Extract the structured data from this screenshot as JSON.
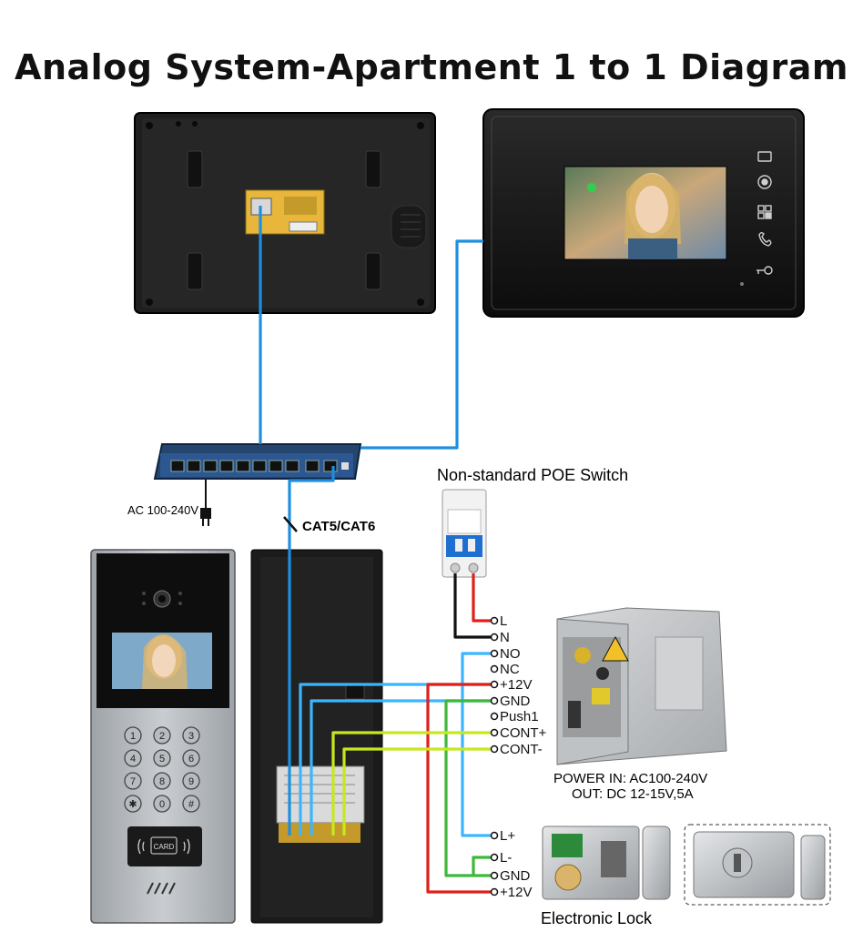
{
  "title": "Analog System-Apartment 1 to 1 Diagram",
  "labels": {
    "ac_input": "AC 100-240V",
    "cable": "CAT5/CAT6",
    "poe_switch": "Non-standard POE Switch",
    "power_in": "POWER  IN: AC100-240V",
    "power_out": "OUT: DC 12-15V,5A",
    "lock": "Electronic Lock",
    "card": "CARD"
  },
  "terminals_power": [
    "L",
    "N",
    "NO",
    "NC",
    "+12V",
    "GND",
    "Push1",
    "CONT+",
    "CONT-"
  ],
  "terminals_lock": [
    "L+",
    "L-",
    "GND",
    "+12V"
  ],
  "keypad": [
    "1",
    "2",
    "3",
    "4",
    "5",
    "6",
    "7",
    "8",
    "9",
    "✱",
    "0",
    "#"
  ],
  "colors": {
    "blue_cable": "#1e8fe0",
    "light_blue": "#39b6ff",
    "red_wire": "#e0201a",
    "green_wire": "#3db83a",
    "yellow_wire": "#c8e81e",
    "black_wire": "#111111"
  }
}
